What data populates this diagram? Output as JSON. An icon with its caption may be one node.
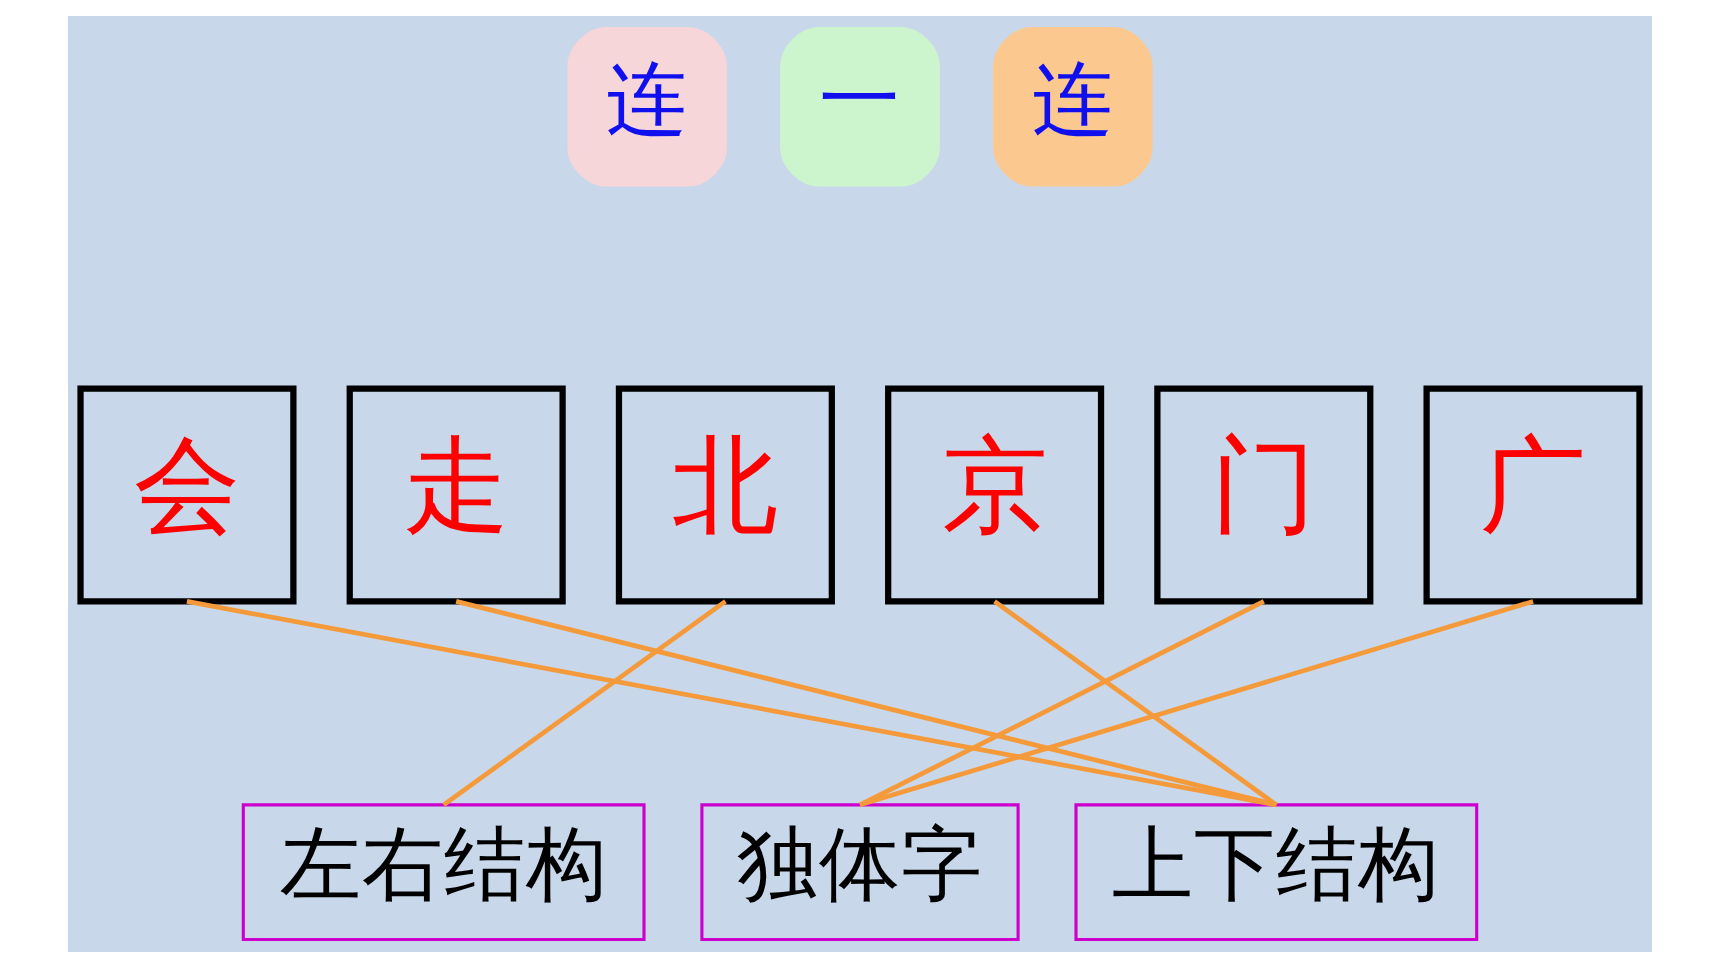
{
  "diagram": {
    "nodes": [
      {
        "text": [
          "连"
        ]
      },
      {
        "text": [
          "一"
        ]
      },
      {
        "text": [
          "连"
        ]
      },
      {
        "text": [
          "会"
        ]
      },
      {
        "text": [
          "走"
        ]
      },
      {
        "text": [
          "北"
        ]
      },
      {
        "text": [
          "京"
        ]
      },
      {
        "text": [
          "门"
        ]
      },
      {
        "text": [
          "广"
        ]
      },
      {
        "text": [
          "左右结构"
        ]
      },
      {
        "text": [
          "独体字"
        ]
      },
      {
        "text": [
          "上下结构"
        ]
      }
    ],
    "edges": [
      {
        "from": 3,
        "to": 11,
        "arrow": "none"
      },
      {
        "from": 4,
        "to": 11,
        "arrow": "none"
      },
      {
        "from": 5,
        "to": 9,
        "arrow": "none"
      },
      {
        "from": 6,
        "to": 11,
        "arrow": "none"
      },
      {
        "from": 7,
        "to": 10,
        "arrow": "none"
      },
      {
        "from": 8,
        "to": 10,
        "arrow": "none"
      }
    ]
  }
}
